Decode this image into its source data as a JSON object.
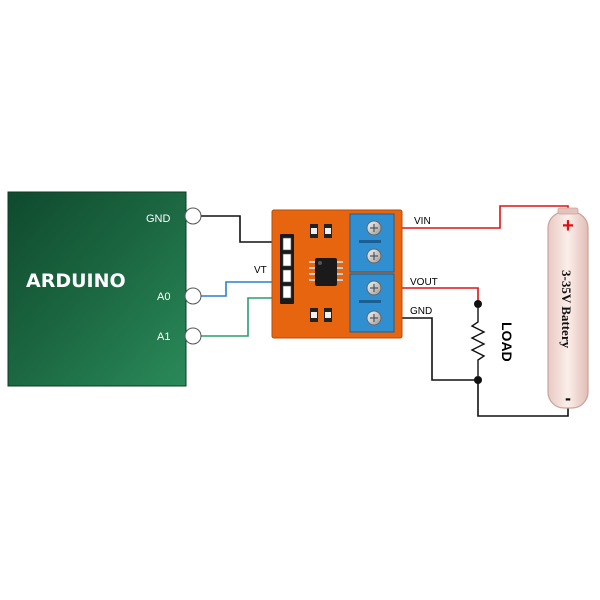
{
  "arduino": {
    "title": "ARDUINO",
    "pins": {
      "gnd": "GND",
      "a0": "A0",
      "a1": "A1"
    }
  },
  "module": {
    "vt_label": "VT",
    "terminals": {
      "vin": "VIN",
      "vout": "VOUT",
      "gnd": "GND"
    }
  },
  "load": {
    "label": "LOAD"
  },
  "battery": {
    "label": "3-35V  Battery",
    "plus": "+",
    "minus": "-"
  },
  "colors": {
    "board_green": "#1f6b45",
    "module_orange": "#e8650f",
    "terminal_blue": "#2f8fd0",
    "wire_red": "#e01010",
    "wire_black": "#111111",
    "wire_blue": "#2c7fcf",
    "wire_green": "#2a9d6a",
    "battery_body": "#f4ddd8",
    "battery_edge": "#c9a39a"
  }
}
